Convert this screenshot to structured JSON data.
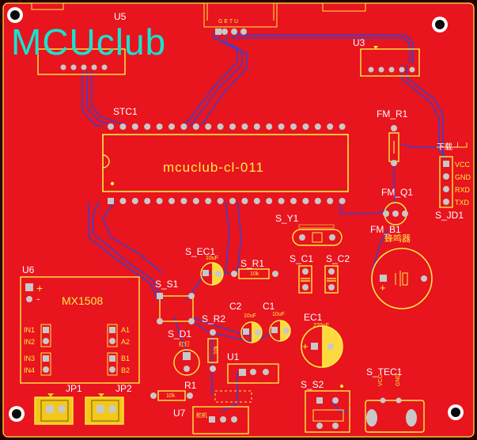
{
  "logo": "MCUclub",
  "chip_label": "mcuclub-cl-011",
  "designators": {
    "u5": "U5",
    "u3": "U3",
    "stc1": "STC1",
    "fm_r1": "FM_R1",
    "fm_q1": "FM_Q1",
    "fm_b1": "FM_B1",
    "s_jd1": "S_JD1",
    "s_y1": "S_Y1",
    "s_ec1": "S_EC1",
    "s_r1": "S_R1",
    "s_c1": "S_C1",
    "s_c2": "S_C2",
    "s_s1": "S_S1",
    "u6": "U6",
    "mx1508": "MX1508",
    "c2": "C2",
    "c1": "C1",
    "ec1": "EC1",
    "s_r2": "S_R2",
    "s_d1": "S_D1",
    "u1": "U1",
    "r1": "R1",
    "s_s2": "S_S2",
    "s_tec1": "S_TEC1",
    "jp1": "JP1",
    "jp2": "JP2",
    "u7": "U7"
  },
  "pin_labels": {
    "jd1": [
      "VCC",
      "GND",
      "RXD",
      "TXD"
    ],
    "u6_left": [
      "IN1",
      "IN2",
      "IN3",
      "IN4"
    ],
    "u6_right": [
      "A1",
      "A2",
      "B1",
      "B2"
    ],
    "tec1": [
      "VCC",
      "GND"
    ],
    "u6_plus": "+",
    "u6_minus": "-",
    "u2_pins": "G E T U"
  },
  "small_text": {
    "download": "下载 ┘",
    "buzzer": "蜂鸣器",
    "r_10k_a": "10k",
    "r_10k_b": "10k",
    "cap_10uf_a": "10uF",
    "cap_10uf_b": "10uF",
    "cap_10uf_c": "10uF",
    "cap_220uf": "220uF",
    "r_10k_c": "10k",
    "led": "红灯",
    "servo": "舵机",
    "ec_plus": "+",
    "tec_plus": "+"
  },
  "colors": {
    "board": "#e8141e",
    "outline_dark": "#2a0000",
    "silkscreen": "#ffee44",
    "track": "#4040c8",
    "pad": "#c8c8c8",
    "logo": "#17e3d2"
  }
}
